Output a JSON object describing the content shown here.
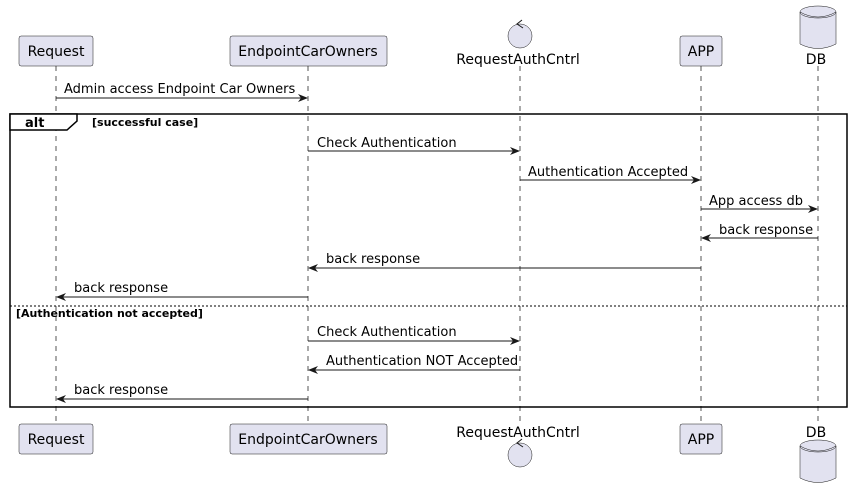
{
  "participants": {
    "request": "Request",
    "endpoint": "EndpointCarOwners",
    "auth": "RequestAuthCntrl",
    "app": "APP",
    "db": "DB"
  },
  "fragment": {
    "operator": "alt",
    "guard1": "[successful case]",
    "guard2": "[Authentication not accepted]"
  },
  "messages": {
    "m1": "Admin access Endpoint Car Owners",
    "m2": "Check Authentication",
    "m3": "Authentication Accepted",
    "m4": "App access db",
    "m5": "back response",
    "m6": "back response",
    "m7": "back response",
    "m8": "Check Authentication",
    "m9": "Authentication NOT Accepted",
    "m10": "back response"
  }
}
